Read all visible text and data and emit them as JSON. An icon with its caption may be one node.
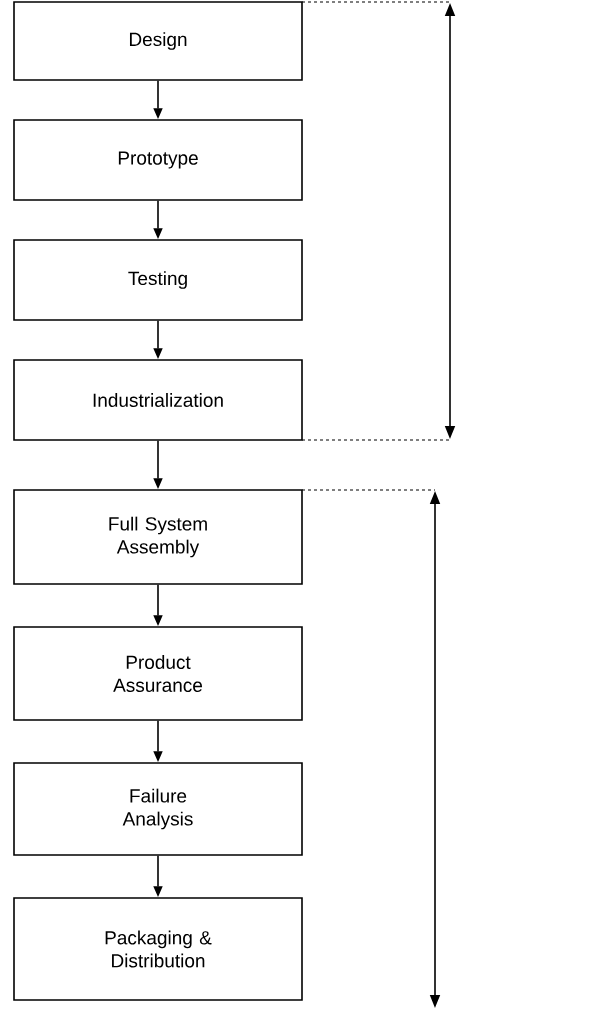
{
  "diagram": {
    "nodes": [
      {
        "text": [
          "Design"
        ]
      },
      {
        "text": [
          "Prototype"
        ]
      },
      {
        "text": [
          "Testing"
        ]
      },
      {
        "text": [
          "Industrialization"
        ]
      },
      {
        "text": [
          "Full System Assembly"
        ]
      },
      {
        "text": [
          "Product Assurance"
        ]
      },
      {
        "text": [
          "Failure Analysis"
        ]
      },
      {
        "text": [
          "Packaging & Distribution"
        ]
      }
    ],
    "edges": [
      {
        "from": 0,
        "to": 1,
        "arrow": "to"
      },
      {
        "from": 1,
        "to": 2,
        "arrow": "to"
      },
      {
        "from": 2,
        "to": 3,
        "arrow": "to"
      },
      {
        "from": 3,
        "to": 4,
        "arrow": "to"
      },
      {
        "from": 4,
        "to": 5,
        "arrow": "to"
      },
      {
        "from": 5,
        "to": 6,
        "arrow": "to"
      },
      {
        "from": 6,
        "to": 7,
        "arrow": "to"
      }
    ]
  }
}
